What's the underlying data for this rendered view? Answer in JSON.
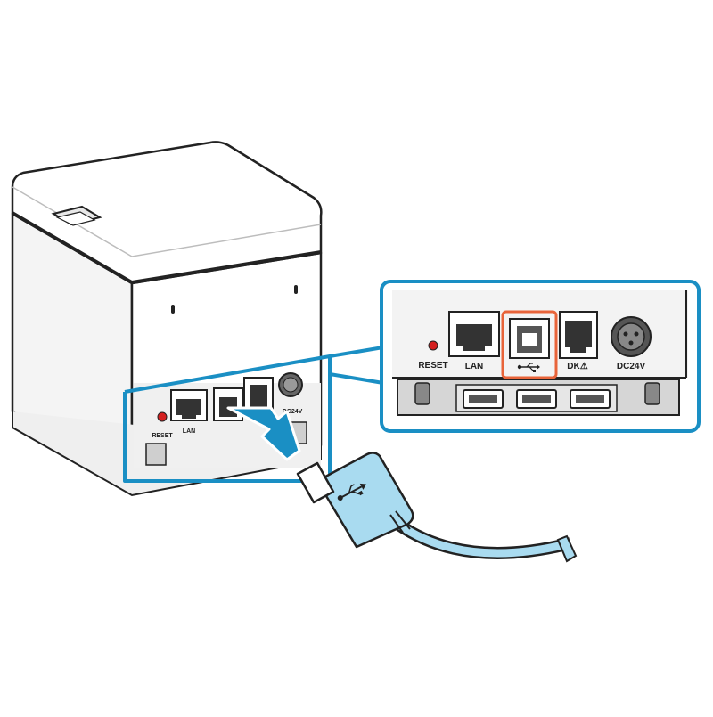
{
  "labels": {
    "reset": "RESET",
    "lan": "LAN",
    "dk": "DK⚠",
    "dc24v": "DC24V"
  },
  "icons": {
    "usb_symbol": "usb-icon",
    "warning_symbol": "warning-icon"
  },
  "colors": {
    "callout_blue": "#1a8fc4",
    "highlight_orange": "#e8643a",
    "cable_blue": "#a9dbf0",
    "reset_red": "#d42020",
    "outline": "#222222"
  }
}
